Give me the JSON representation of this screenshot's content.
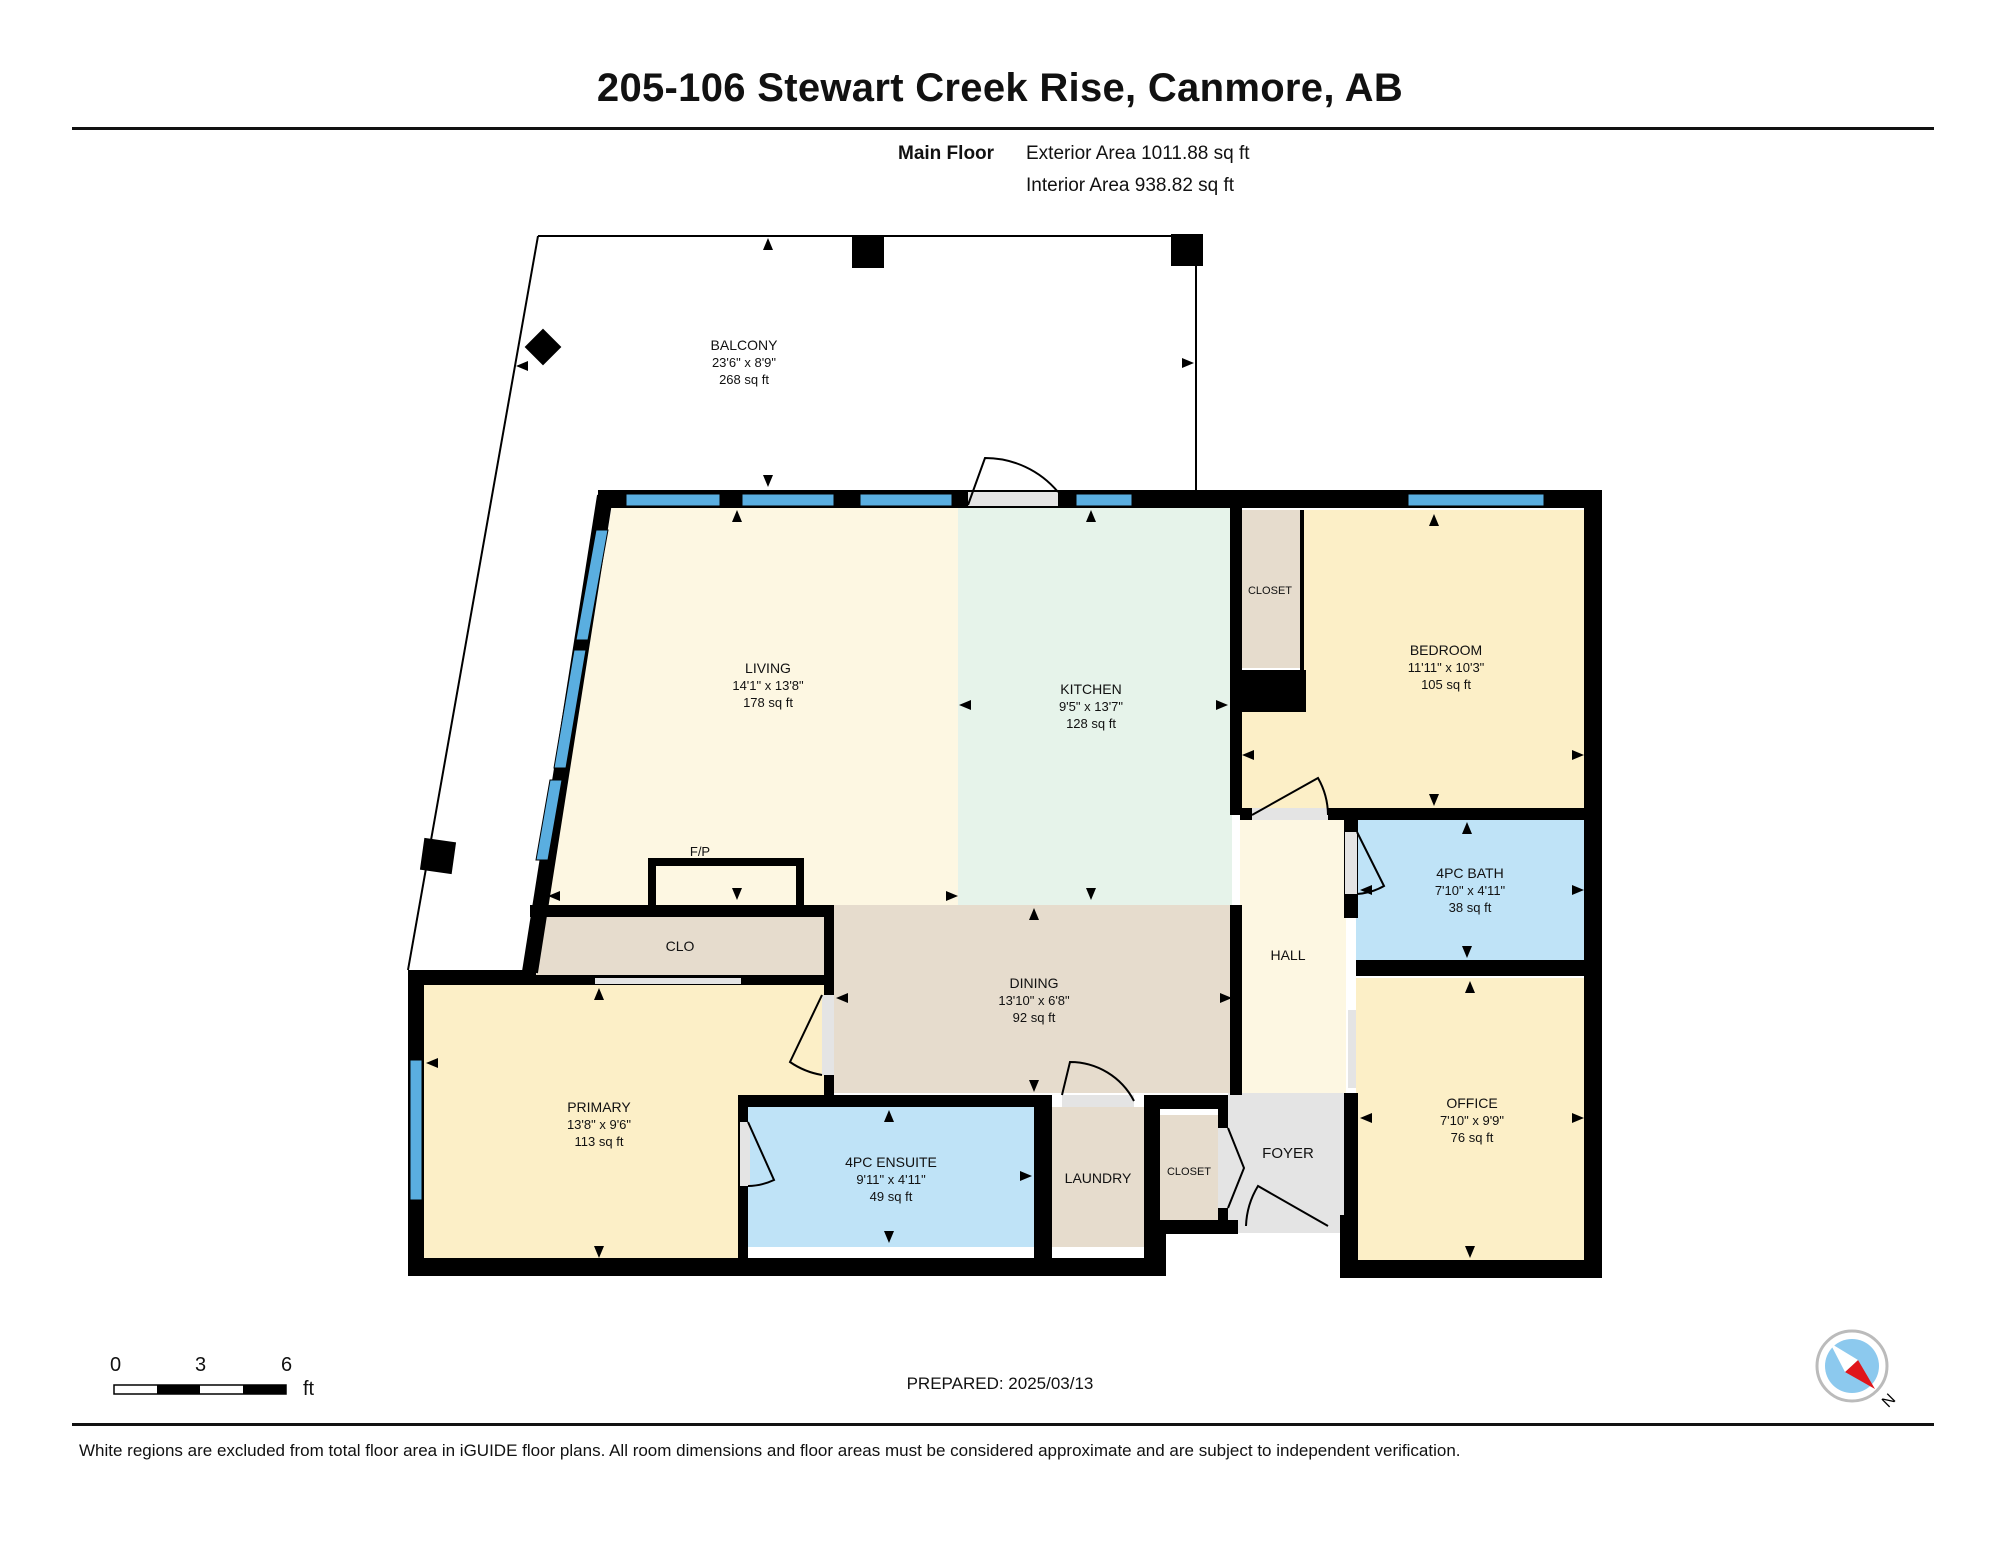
{
  "header": {
    "title": "205-106 Stewart Creek Rise, Canmore, AB",
    "floor_label": "Main Floor",
    "exterior_area": "Exterior Area 1011.88 sq ft",
    "interior_area": "Interior Area 938.82 sq ft"
  },
  "rooms": {
    "balcony": {
      "name": "BALCONY",
      "dims": "23'6\" x 8'9\"",
      "area": "268 sq ft"
    },
    "living": {
      "name": "LIVING",
      "dims": "14'1\" x 13'8\"",
      "area": "178 sq ft"
    },
    "kitchen": {
      "name": "KITCHEN",
      "dims": "9'5\" x 13'7\"",
      "area": "128 sq ft"
    },
    "bedroom": {
      "name": "BEDROOM",
      "dims": "11'11\" x 10'3\"",
      "area": "105 sq ft"
    },
    "bedroom_closet": {
      "name": "CLOSET"
    },
    "bath": {
      "name": "4PC BATH",
      "dims": "7'10\" x 4'11\"",
      "area": "38 sq ft"
    },
    "hall": {
      "name": "HALL"
    },
    "dining": {
      "name": "DINING",
      "dims": "13'10\" x 6'8\"",
      "area": "92 sq ft"
    },
    "clo": {
      "name": "CLO"
    },
    "fp": {
      "name": "F/P"
    },
    "primary": {
      "name": "PRIMARY",
      "dims": "13'8\" x 9'6\"",
      "area": "113 sq ft"
    },
    "ensuite": {
      "name": "4PC ENSUITE",
      "dims": "9'11\" x 4'11\"",
      "area": "49 sq ft"
    },
    "laundry": {
      "name": "LAUNDRY"
    },
    "foyer_closet": {
      "name": "CLOSET"
    },
    "foyer": {
      "name": "FOYER"
    },
    "office": {
      "name": "OFFICE",
      "dims": "7'10\" x 9'9\"",
      "area": "76 sq ft"
    }
  },
  "colors": {
    "living": "#fdf7e2",
    "kitchen": "#e6f3ea",
    "bedroom": "#fcefc7",
    "closet": "#e6dccd",
    "bath": "#bfe3f7",
    "hall": "#fdf7e2",
    "dining": "#e6dccd",
    "foyer": "#e4e4e4",
    "wall": "#000000",
    "window": "#5aaee0",
    "compass_red": "#e0151b",
    "compass_blue": "#8cc9ee"
  },
  "scale": {
    "ticks": [
      "0",
      "3",
      "6"
    ],
    "unit": "ft"
  },
  "compass": {
    "label": "N"
  },
  "footer": {
    "prepared": "PREPARED: 2025/03/13",
    "disclaimer": "White regions are excluded from total floor area in iGUIDE floor plans. All room dimensions and floor areas must be considered approximate and are subject to independent verification."
  }
}
